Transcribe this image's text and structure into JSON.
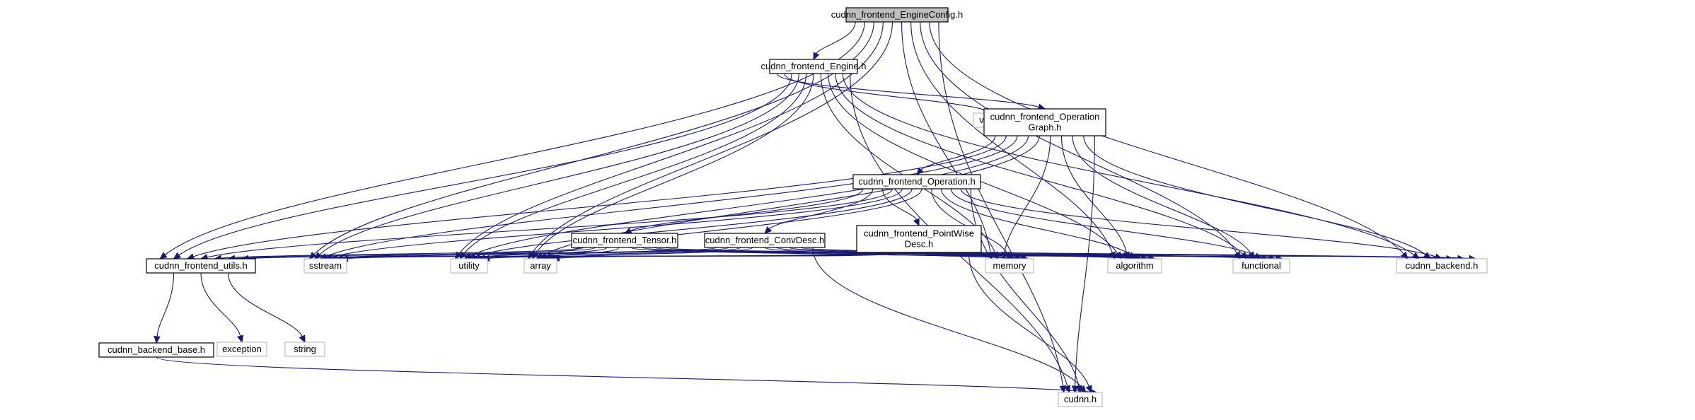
{
  "graph": {
    "title": "cudnn_frontend_EngineConfig.h",
    "colors": {
      "edge": "#191970",
      "root_fill": "#bfbfbf",
      "node_border": "#000000",
      "external_border": "#bfbfbf",
      "text": "#000000"
    },
    "nodes": [
      {
        "id": "engineconfig",
        "lines": [
          "cudnn_frontend_EngineConfig.h"
        ],
        "kind": "root"
      },
      {
        "id": "engine",
        "lines": [
          "cudnn_frontend_Engine.h"
        ],
        "kind": "internal"
      },
      {
        "id": "vector",
        "lines": [
          "vector"
        ],
        "kind": "external"
      },
      {
        "id": "opgraph",
        "lines": [
          "cudnn_frontend_Operation",
          "Graph.h"
        ],
        "kind": "internal"
      },
      {
        "id": "operation",
        "lines": [
          "cudnn_frontend_Operation.h"
        ],
        "kind": "internal"
      },
      {
        "id": "tensor",
        "lines": [
          "cudnn_frontend_Tensor.h"
        ],
        "kind": "internal"
      },
      {
        "id": "convdesc",
        "lines": [
          "cudnn_frontend_ConvDesc.h"
        ],
        "kind": "internal"
      },
      {
        "id": "pointwise",
        "lines": [
          "cudnn_frontend_PointWise",
          "Desc.h"
        ],
        "kind": "internal"
      },
      {
        "id": "utils",
        "lines": [
          "cudnn_frontend_utils.h"
        ],
        "kind": "internal"
      },
      {
        "id": "sstream",
        "lines": [
          "sstream"
        ],
        "kind": "external"
      },
      {
        "id": "utility",
        "lines": [
          "utility"
        ],
        "kind": "external"
      },
      {
        "id": "array",
        "lines": [
          "array"
        ],
        "kind": "external"
      },
      {
        "id": "memory",
        "lines": [
          "memory"
        ],
        "kind": "external"
      },
      {
        "id": "algorithm",
        "lines": [
          "algorithm"
        ],
        "kind": "external"
      },
      {
        "id": "functional",
        "lines": [
          "functional"
        ],
        "kind": "external"
      },
      {
        "id": "backend",
        "lines": [
          "cudnn_backend.h"
        ],
        "kind": "external"
      },
      {
        "id": "backendbase",
        "lines": [
          "cudnn_backend_base.h"
        ],
        "kind": "internal"
      },
      {
        "id": "exception",
        "lines": [
          "exception"
        ],
        "kind": "external"
      },
      {
        "id": "string",
        "lines": [
          "string"
        ],
        "kind": "external"
      },
      {
        "id": "cudnn",
        "lines": [
          "cudnn.h"
        ],
        "kind": "external"
      }
    ],
    "edges": [
      [
        "engineconfig",
        "engine"
      ],
      [
        "engineconfig",
        "utils"
      ],
      [
        "engineconfig",
        "sstream"
      ],
      [
        "engineconfig",
        "utility"
      ],
      [
        "engineconfig",
        "array"
      ],
      [
        "engineconfig",
        "memory"
      ],
      [
        "engineconfig",
        "algorithm"
      ],
      [
        "engineconfig",
        "functional"
      ],
      [
        "engineconfig",
        "backend"
      ],
      [
        "engineconfig",
        "cudnn"
      ],
      [
        "engine",
        "opgraph"
      ],
      [
        "engine",
        "vector"
      ],
      [
        "engine",
        "utils"
      ],
      [
        "engine",
        "sstream"
      ],
      [
        "engine",
        "utility"
      ],
      [
        "engine",
        "array"
      ],
      [
        "engine",
        "memory"
      ],
      [
        "engine",
        "algorithm"
      ],
      [
        "engine",
        "functional"
      ],
      [
        "engine",
        "backend"
      ],
      [
        "engine",
        "cudnn"
      ],
      [
        "opgraph",
        "operation"
      ],
      [
        "opgraph",
        "utils"
      ],
      [
        "opgraph",
        "sstream"
      ],
      [
        "opgraph",
        "utility"
      ],
      [
        "opgraph",
        "array"
      ],
      [
        "opgraph",
        "memory"
      ],
      [
        "opgraph",
        "algorithm"
      ],
      [
        "opgraph",
        "functional"
      ],
      [
        "opgraph",
        "backend"
      ],
      [
        "opgraph",
        "cudnn"
      ],
      [
        "operation",
        "tensor"
      ],
      [
        "operation",
        "convdesc"
      ],
      [
        "operation",
        "pointwise"
      ],
      [
        "operation",
        "utils"
      ],
      [
        "operation",
        "sstream"
      ],
      [
        "operation",
        "utility"
      ],
      [
        "operation",
        "array"
      ],
      [
        "operation",
        "memory"
      ],
      [
        "operation",
        "algorithm"
      ],
      [
        "operation",
        "functional"
      ],
      [
        "operation",
        "backend"
      ],
      [
        "operation",
        "cudnn"
      ],
      [
        "tensor",
        "utils"
      ],
      [
        "tensor",
        "sstream"
      ],
      [
        "tensor",
        "utility"
      ],
      [
        "tensor",
        "array"
      ],
      [
        "tensor",
        "memory"
      ],
      [
        "tensor",
        "algorithm"
      ],
      [
        "tensor",
        "functional"
      ],
      [
        "tensor",
        "backend"
      ],
      [
        "convdesc",
        "utils"
      ],
      [
        "convdesc",
        "sstream"
      ],
      [
        "convdesc",
        "utility"
      ],
      [
        "convdesc",
        "array"
      ],
      [
        "convdesc",
        "memory"
      ],
      [
        "convdesc",
        "algorithm"
      ],
      [
        "convdesc",
        "functional"
      ],
      [
        "convdesc",
        "backend"
      ],
      [
        "convdesc",
        "cudnn"
      ],
      [
        "pointwise",
        "utils"
      ],
      [
        "pointwise",
        "sstream"
      ],
      [
        "pointwise",
        "utility"
      ],
      [
        "pointwise",
        "array"
      ],
      [
        "pointwise",
        "memory"
      ],
      [
        "pointwise",
        "algorithm"
      ],
      [
        "pointwise",
        "functional"
      ],
      [
        "pointwise",
        "backend"
      ],
      [
        "pointwise",
        "cudnn"
      ],
      [
        "utils",
        "backendbase"
      ],
      [
        "utils",
        "exception"
      ],
      [
        "utils",
        "string"
      ],
      [
        "backendbase",
        "cudnn"
      ]
    ]
  }
}
